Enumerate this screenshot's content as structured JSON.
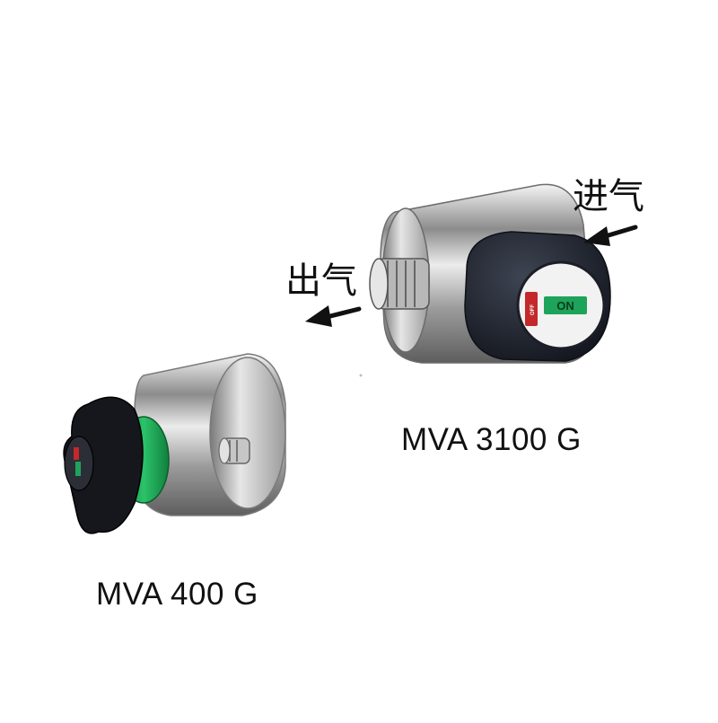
{
  "products": [
    {
      "model": "MVA 3100 G",
      "status_label_on": "ON",
      "status_label_off": "OFF"
    },
    {
      "model": "MVA 400 G"
    }
  ],
  "annotations": {
    "inlet": "进气",
    "outlet": "出气"
  },
  "colors": {
    "knob": "#262b36",
    "status_on": "#1ea35a",
    "status_off": "#c4282a",
    "accent_ring": "#19a44f",
    "metal": "#c9c9c9"
  },
  "icons": [
    "arrow-left-icon",
    "arrow-left-icon"
  ]
}
